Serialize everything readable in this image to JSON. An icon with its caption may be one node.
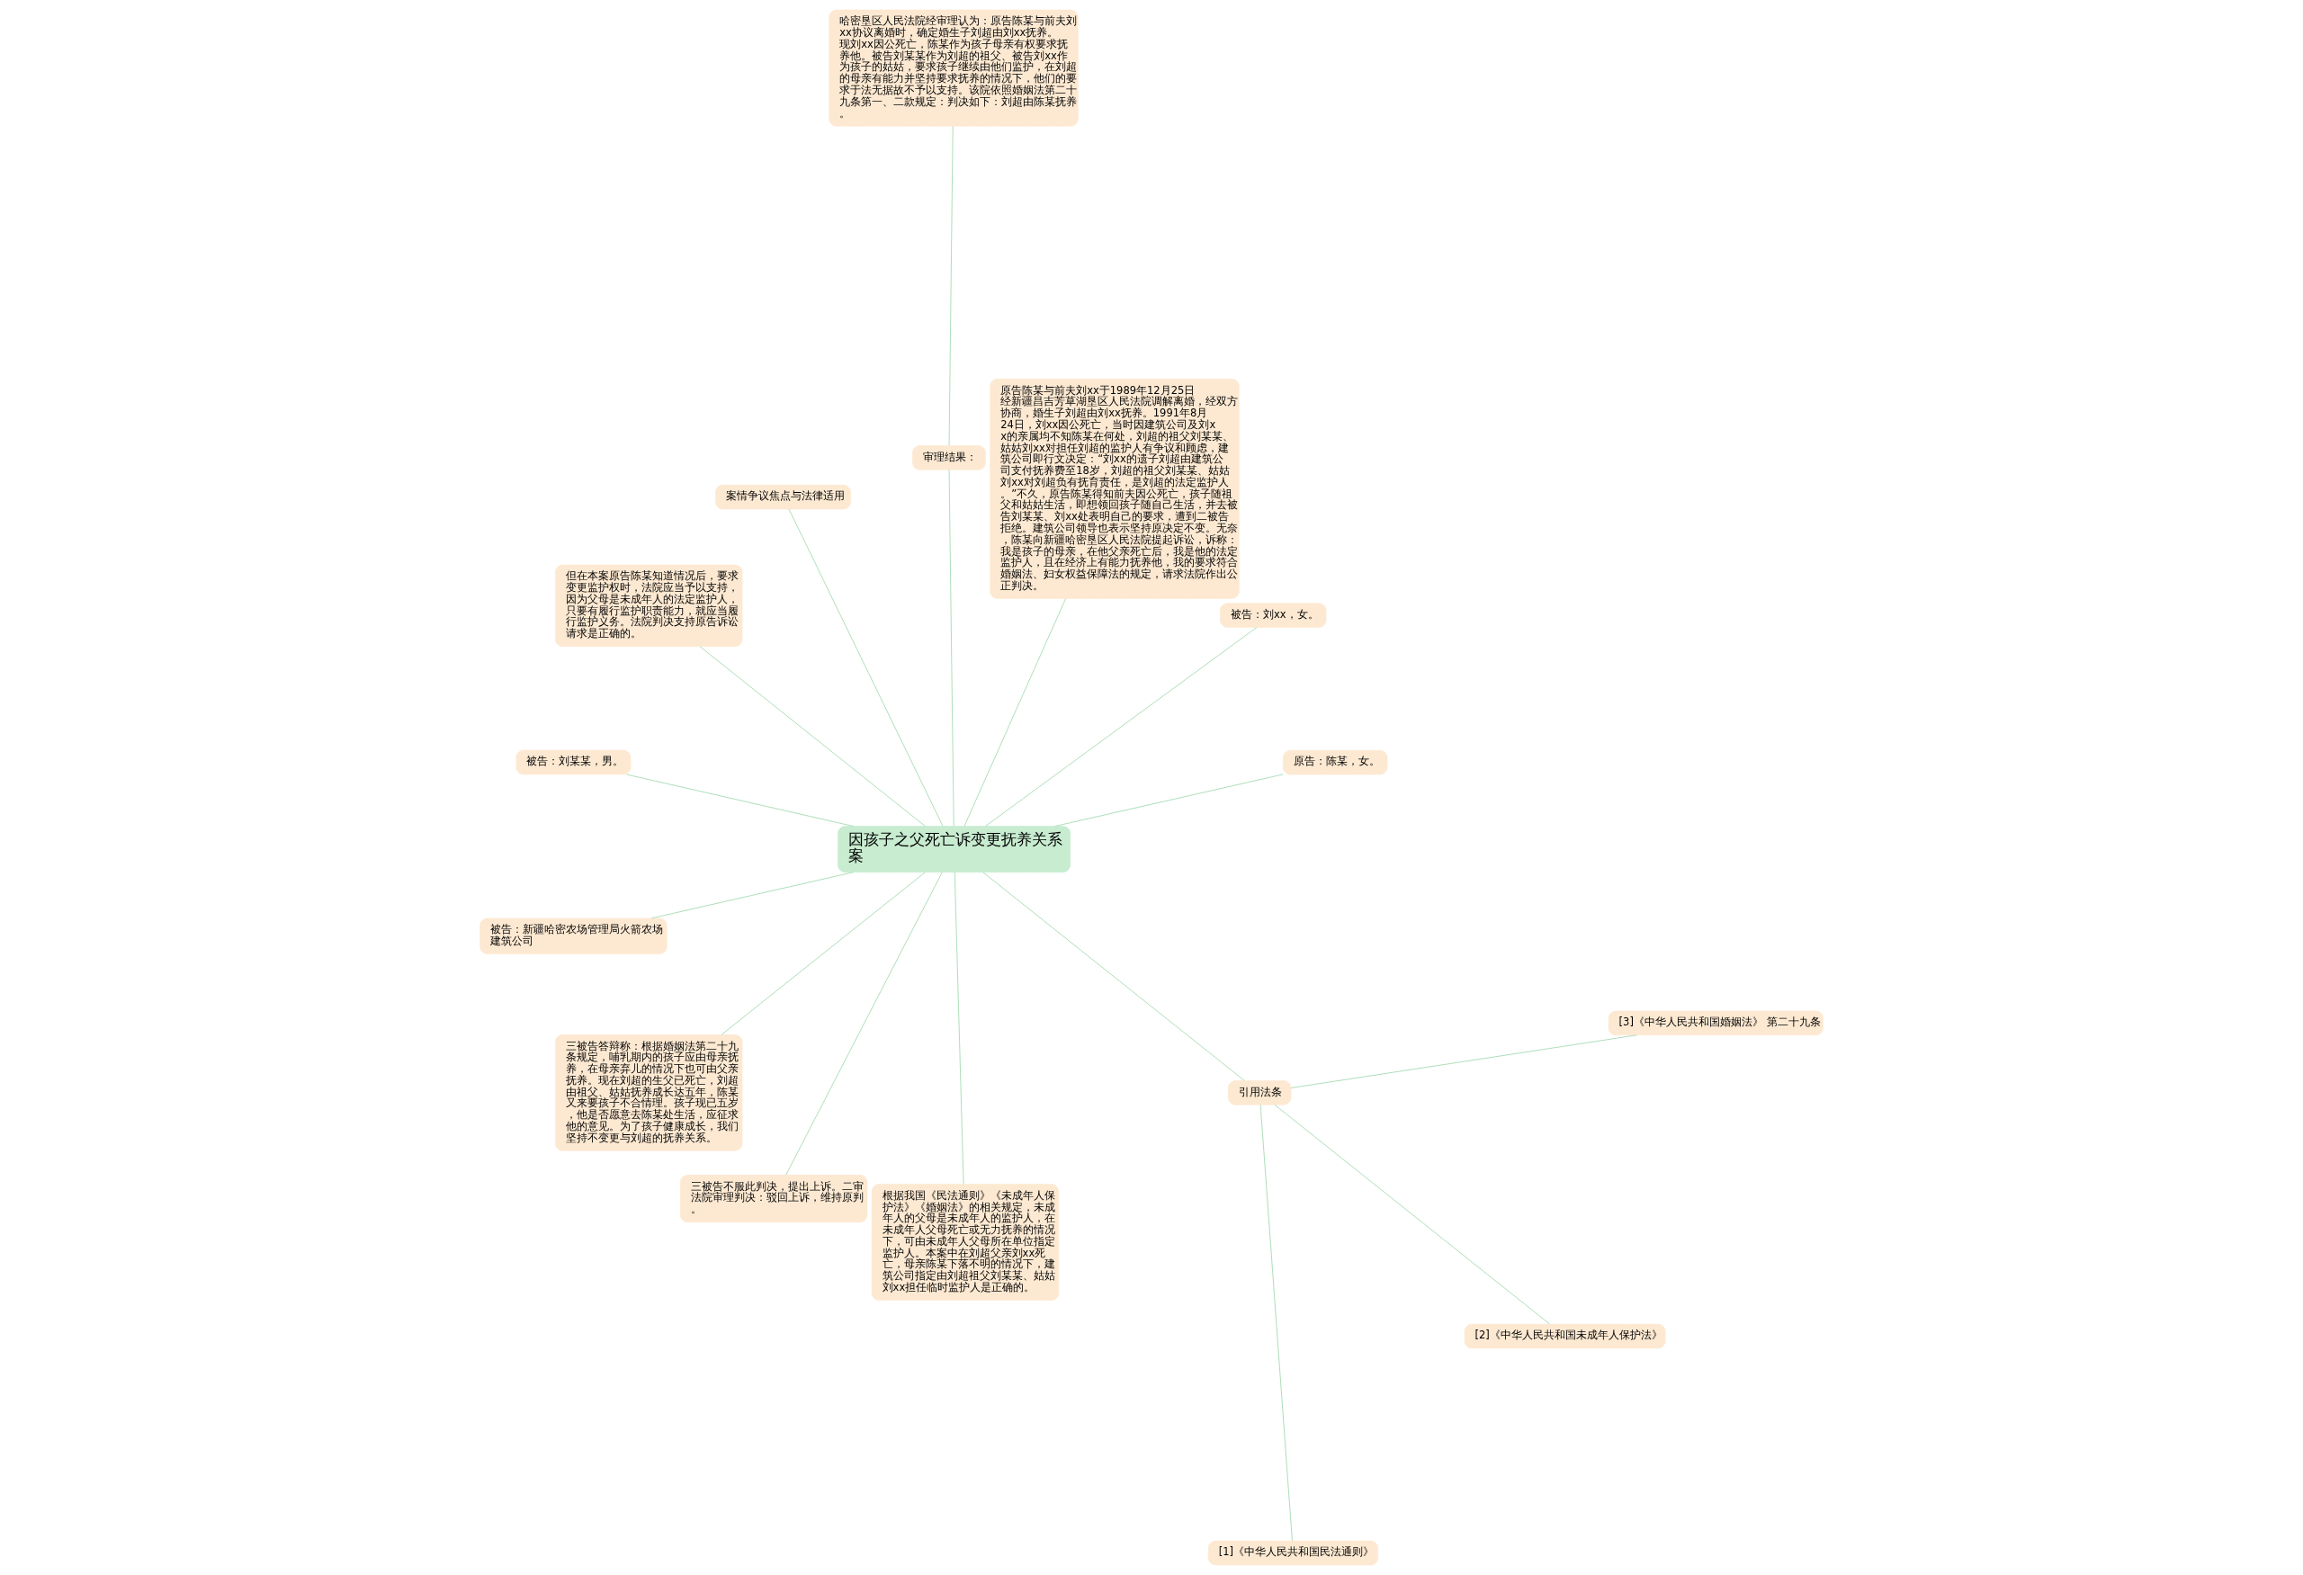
{
  "diagram": {
    "nodes": [
      {
        "text": [
          "因孩子之父死亡诉变更抚养关系案"
        ]
      },
      {
        "text": [
          "原告：陈某，女。"
        ]
      },
      {
        "text": [
          "被告：刘xx，女。"
        ]
      },
      {
        "text": [
          "原告陈某与前夫刘xx于1989年12月25日经新疆昌吉芳草湖垦区人民法院调解离婚，经双方协商，婚生子刘超由刘xx抚养。1991年8月24日，刘xx因公死亡，当时因建筑公司及刘xx的亲属均不知陈某在何处，刘超的祖父刘某某、姑姑刘xx对担任刘超的监护人有争议和顾虑，建筑公司即行文决定：“刘xx的遗子刘超由建筑公司支付抚养费至18岁，刘超的祖父刘某某、姑姑刘xx对刘超负有抚育责任，是刘超的法定监护人。”不久，原告陈某得知前夫因公死亡，孩子随祖父和姑姑生活，即想领回孩子随自己生活，并去被告刘某某、刘xx处表明自己的要求，遭到二被告拒绝。建筑公司领导也表示坚持原决定不变。无奈，陈某向新疆哈密垦区人民法院提起诉讼，诉称：我是孩子的母亲，在他父亲死亡后，我是他的法定监护人，且在经济上有能力抚养他，我的要求符合婚姻法、妇女权益保障法的规定，请求法院作出公正判决。"
        ]
      },
      {
        "text": [
          "审理结果："
        ]
      },
      {
        "text": [
          "哈密垦区人民法院经审理认为：原告陈某与前夫刘xx协议离婚时，确定婚生子刘超由刘xx抚养。现刘xx因公死亡，陈某作为孩子母亲有权要求抚养他。被告刘某某作为刘超的祖父、被告刘xx作为孩子的姑姑，要求孩子继续由他们监护，在刘超的母亲有能力并坚持要求抚养的情况下，他们的要求于法无据故不予以支持。该院依照婚姻法第二十九条第一、二款规定：判决如下：刘超由陈某抚养。"
        ]
      },
      {
        "text": [
          "案情争议焦点与法律适用"
        ]
      },
      {
        "text": [
          "但在本案原告陈某知道情况后，要求变更监护权时，法院应当予以支持，因为父母是未成年人的法定监护人，只要有履行监护职责能力，就应当履行监护义务。法院判决支持原告诉讼请求是正确的。"
        ]
      },
      {
        "text": [
          "被告：刘某某，男。"
        ]
      },
      {
        "text": [
          "被告：新疆哈密农场管理局火箭农场建筑公司"
        ]
      },
      {
        "text": [
          "三被告答辩称：根据婚姻法第二十九条规定，哺乳期内的孩子应由母亲抚养，在母亲弃儿的情况下也可由父亲抚养。现在刘超的生父已死亡，刘超由祖父、姑姑抚养成长达五年，陈某又来要孩子不合情理。孩子现已五岁，他是否愿意去陈某处生活，应征求他的意见。为了孩子健康成长，我们坚持不变更与刘超的抚养关系。"
        ]
      },
      {
        "text": [
          "三被告不服此判决，提出上诉。二审法院审理判决：驳回上诉，维持原判。"
        ]
      },
      {
        "text": [
          "根据我国《民法通则》《未成年人保护法》《婚姻法》的相关规定，未成年人的父母是未成年人的监护人，在未成年人父母死亡或无力抚养的情况下，可由未成年人父母所在单位指定监护人。本案中在刘超父亲刘xx死亡，母亲陈某下落不明的情况下，建筑公司指定由刘超祖父刘某某、姑姑刘xx担任临时监护人是正确的。"
        ]
      },
      {
        "text": [
          "引用法条"
        ]
      },
      {
        "text": [
          "[1]《中华人民共和国民法通则》"
        ]
      },
      {
        "text": [
          "[2]《中华人民共和国未成年人保护法》"
        ]
      },
      {
        "text": [
          "[3]《中华人民共和国婚姻法》 第二十九条"
        ]
      }
    ],
    "edges": [
      {
        "from": 0,
        "to": 1,
        "arrow": "none"
      },
      {
        "from": 0,
        "to": 2,
        "arrow": "none"
      },
      {
        "from": 0,
        "to": 3,
        "arrow": "none"
      },
      {
        "from": 0,
        "to": 4,
        "arrow": "none"
      },
      {
        "from": 4,
        "to": 5,
        "arrow": "none"
      },
      {
        "from": 0,
        "to": 6,
        "arrow": "none"
      },
      {
        "from": 0,
        "to": 7,
        "arrow": "none"
      },
      {
        "from": 0,
        "to": 8,
        "arrow": "none"
      },
      {
        "from": 0,
        "to": 9,
        "arrow": "none"
      },
      {
        "from": 0,
        "to": 10,
        "arrow": "none"
      },
      {
        "from": 0,
        "to": 11,
        "arrow": "none"
      },
      {
        "from": 0,
        "to": 12,
        "arrow": "none"
      },
      {
        "from": 0,
        "to": 13,
        "arrow": "none"
      },
      {
        "from": 13,
        "to": 14,
        "arrow": "none"
      },
      {
        "from": 13,
        "to": 15,
        "arrow": "none"
      },
      {
        "from": 13,
        "to": 16,
        "arrow": "none"
      }
    ]
  }
}
